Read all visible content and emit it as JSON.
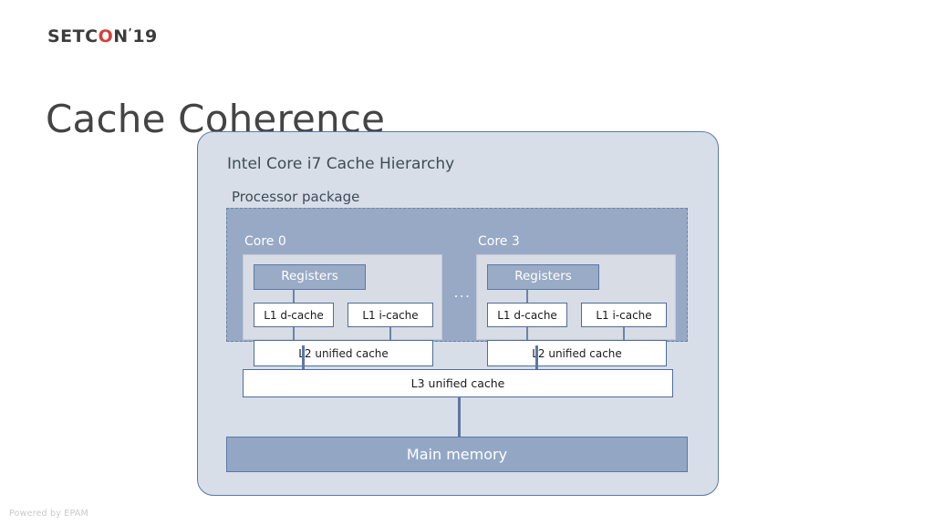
{
  "brand": {
    "name_part1": "SETC",
    "name_o": "O",
    "name_part2": "N",
    "apostrophe": "’",
    "year": "19",
    "accent_color": "#d5403a",
    "text_color": "#3c3c3c"
  },
  "slide": {
    "title": "Cache Coherence",
    "title_color": "#444444"
  },
  "footer": {
    "text": "Powered by EPAM"
  },
  "diagram": {
    "title": "Intel Core i7 Cache Hierarchy",
    "package_label": "Processor package",
    "ellipsis": "...",
    "l3_cache": "L3 unified cache",
    "main_memory": "Main memory",
    "cores": [
      {
        "label": "Core 0",
        "registers": "Registers",
        "l1d": "L1 d-cache",
        "l1i": "L1 i-cache",
        "l2": "L2 unified cache"
      },
      {
        "label": "Core 3",
        "registers": "Registers",
        "l1d": "L1 d-cache",
        "l1i": "L1 i-cache",
        "l2": "L2 unified cache"
      }
    ],
    "colors": {
      "card_bg": "#d7dee8",
      "card_border": "#5a79a5",
      "package_bg": "#97a9c5",
      "package_border": "#6b81a6",
      "core_inner_bg": "#d7dce5",
      "registers_bg": "#9aabc6",
      "cache_bg": "#ffffff",
      "cache_border": "#4f6c99",
      "memory_bg": "#93a7c5",
      "connector": "#5d77a3",
      "label_text": "#3f4b55",
      "on_dark_text": "#ffffff"
    }
  }
}
